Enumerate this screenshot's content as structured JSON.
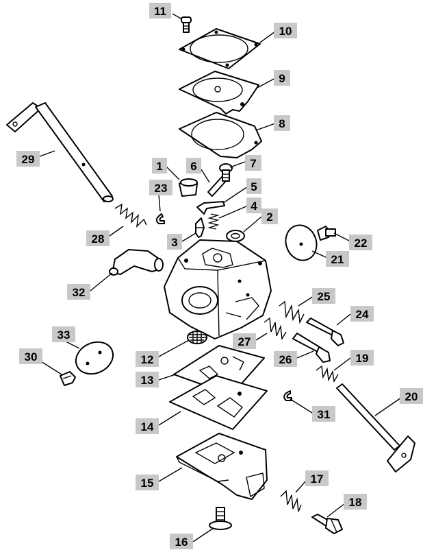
{
  "diagram": {
    "colors": {
      "background": "#ffffff",
      "line": "#000000",
      "label_fill": "#c8c8c8"
    },
    "callouts": [
      {
        "id": "11",
        "text": "11"
      },
      {
        "id": "10",
        "text": "10"
      },
      {
        "id": "9",
        "text": "9"
      },
      {
        "id": "8",
        "text": "8"
      },
      {
        "id": "29",
        "text": "29"
      },
      {
        "id": "1",
        "text": "1"
      },
      {
        "id": "6",
        "text": "6"
      },
      {
        "id": "7",
        "text": "7"
      },
      {
        "id": "23",
        "text": "23"
      },
      {
        "id": "5",
        "text": "5"
      },
      {
        "id": "4",
        "text": "4"
      },
      {
        "id": "2",
        "text": "2"
      },
      {
        "id": "28",
        "text": "28"
      },
      {
        "id": "3",
        "text": "3"
      },
      {
        "id": "22",
        "text": "22"
      },
      {
        "id": "21",
        "text": "21"
      },
      {
        "id": "32",
        "text": "32"
      },
      {
        "id": "25",
        "text": "25"
      },
      {
        "id": "24",
        "text": "24"
      },
      {
        "id": "33",
        "text": "33"
      },
      {
        "id": "27",
        "text": "27"
      },
      {
        "id": "30",
        "text": "30"
      },
      {
        "id": "12",
        "text": "12"
      },
      {
        "id": "26",
        "text": "26"
      },
      {
        "id": "19",
        "text": "19"
      },
      {
        "id": "13",
        "text": "13"
      },
      {
        "id": "20",
        "text": "20"
      },
      {
        "id": "31",
        "text": "31"
      },
      {
        "id": "14",
        "text": "14"
      },
      {
        "id": "15",
        "text": "15"
      },
      {
        "id": "17",
        "text": "17"
      },
      {
        "id": "18",
        "text": "18"
      },
      {
        "id": "16",
        "text": "16"
      }
    ]
  }
}
